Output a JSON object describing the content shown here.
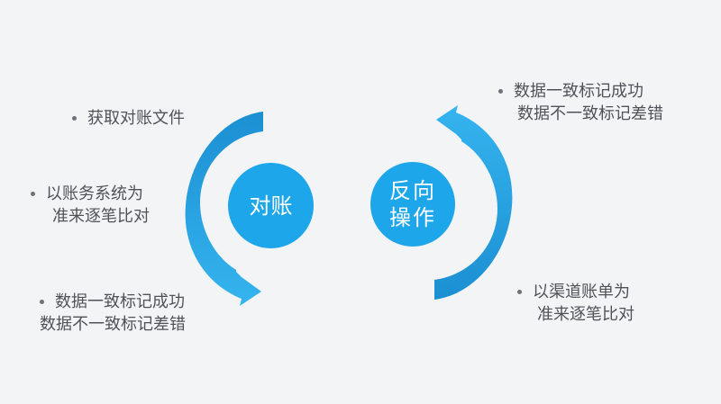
{
  "left_cycle": {
    "center_label": "对账",
    "notes": [
      {
        "bullet": "获取对账文件"
      },
      {
        "bullet": "以账务系统为",
        "continuation": "准来逐笔比对"
      },
      {
        "bullet": "数据一致标记成功",
        "continuation": "数据不一致标记差错"
      }
    ]
  },
  "right_cycle": {
    "center_label": "反向\n操作",
    "notes": [
      {
        "bullet": "数据一致标记成功",
        "continuation": "数据不一致标记差错"
      },
      {
        "bullet": "以渠道账单为",
        "continuation": "准来逐笔比对"
      }
    ]
  },
  "colors": {
    "background": "#f3f4f6",
    "circle_fill": "#1ea6eb",
    "arrow_dark": "#1784c8",
    "arrow_light": "#3fbcf2",
    "text": "#4f5358"
  }
}
